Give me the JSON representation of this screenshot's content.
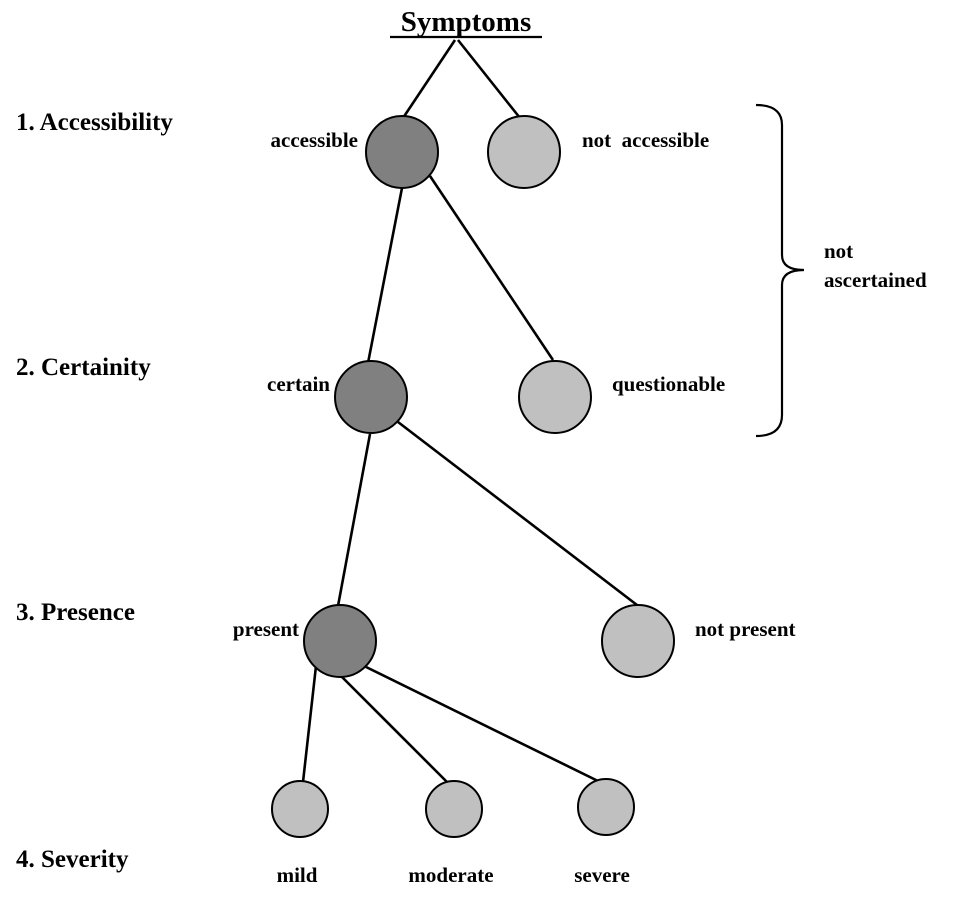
{
  "title": "Symptoms",
  "levels": {
    "accessibility": "1.  Accessibility",
    "certainty": "2.  Certainity",
    "presence": "3.  Presence",
    "severity": "4.  Severity"
  },
  "nodes": {
    "accessible": "accessible",
    "not_accessible": "not  accessible",
    "certain": "certain",
    "questionable": "questionable",
    "present": "present",
    "not_present": "not present",
    "mild": "mild",
    "moderate": "moderate",
    "severe": "severe"
  },
  "bracket": {
    "line1": "not",
    "line2": "ascertained"
  },
  "colors": {
    "selected_node": "#808080",
    "option_node": "#c0c0c0"
  }
}
